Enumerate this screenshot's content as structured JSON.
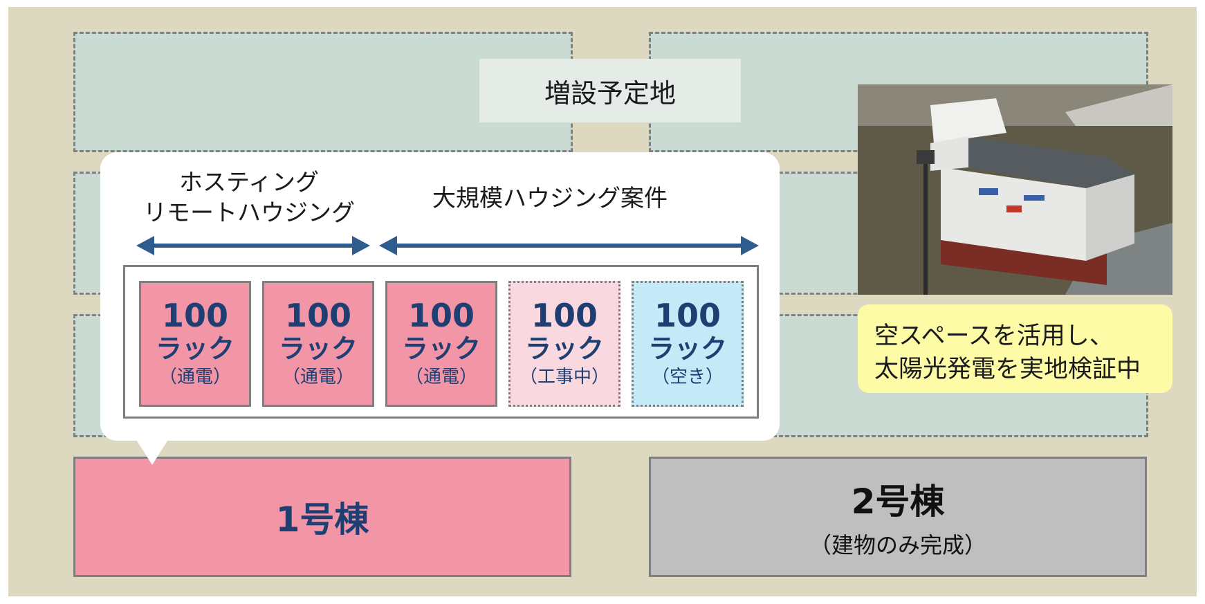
{
  "expansion_site": {
    "label": "増設予定地"
  },
  "building1": {
    "name": "1号棟"
  },
  "building2": {
    "name": "2号棟",
    "note": "（建物のみ完成）"
  },
  "photo": {
    "description_icon": "solar-container-photo"
  },
  "callout": {
    "line1": "空スペースを活用し、",
    "line2": "太陽光発電を実地検証中"
  },
  "popup": {
    "group1": {
      "line1": "ホスティング",
      "line2": "リモートハウジング"
    },
    "group2": {
      "label": "大規模ハウジング案件"
    },
    "racks": [
      {
        "number": "100",
        "unit": "ラック",
        "status": "（通電）"
      },
      {
        "number": "100",
        "unit": "ラック",
        "status": "（通電）"
      },
      {
        "number": "100",
        "unit": "ラック",
        "status": "（通電）"
      },
      {
        "number": "100",
        "unit": "ラック",
        "status": "（工事中）"
      },
      {
        "number": "100",
        "unit": "ラック",
        "status": "（空き）"
      }
    ]
  },
  "colors": {
    "background": "#ddd8c0",
    "zone": "#cadbd3",
    "powered": "#f195a7",
    "under_construction": "#f9d9df",
    "vacant": "#c4e9f7",
    "building2": "#bfbfbf",
    "callout": "#fdfba6",
    "arrow": "#2f5c8f"
  }
}
